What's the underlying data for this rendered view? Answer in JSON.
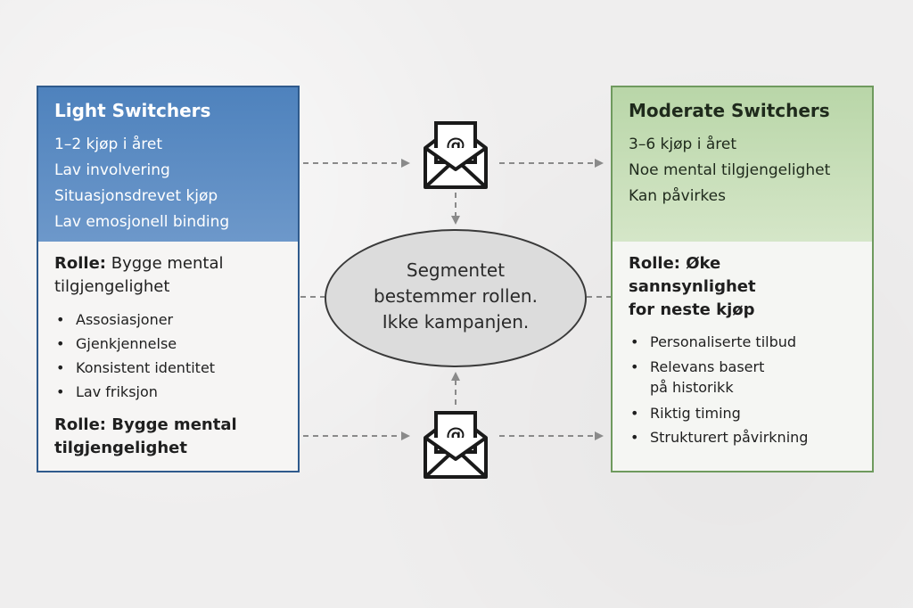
{
  "light": {
    "title": "Light Switchers",
    "lines": [
      "1–2 kjøp i året",
      "Lav involvering",
      "Situasjonsdrevet kjøp",
      "Lav emosjonell binding"
    ],
    "role_label": "Rolle:",
    "role_text": "Bygge mental",
    "role_text2": "tilgjengelighet",
    "bullets": [
      "Assosiasjoner",
      "Gjenkjennelse",
      "Konsistent identitet",
      "Lav friksjon"
    ],
    "role2_line1": "Rolle: Bygge mental",
    "role2_line2": "tilgjengelighet"
  },
  "moderate": {
    "title": "Moderate Switchers",
    "lines": [
      "3–6 kjøp i året",
      "Noe mental tilgjengelighet",
      "Kan påvirkes"
    ],
    "role_line1": "Rolle: Øke",
    "role_line2": "sannsynlighet",
    "role_line3": "for neste kjøp",
    "bullets": [
      {
        "line1": "Personaliserte tilbud"
      },
      {
        "line1": "Relevans basert",
        "line2": "på historikk"
      },
      {
        "line1": "Riktig timing"
      },
      {
        "line1": "Strukturert påvirkning"
      }
    ]
  },
  "center": {
    "line1": "Segmentet",
    "line2": "bestemmer rollen.",
    "line3": "Ikke kampanjen."
  },
  "icons": {
    "email_top": "email-envelope-icon",
    "email_bottom": "email-envelope-icon"
  },
  "colors": {
    "light_border": "#2f5a8c",
    "light_head": "#5a8cc4",
    "moderate_border": "#6f9a5e",
    "moderate_head": "#c5ddb6",
    "arrow": "#8a8a8a"
  }
}
